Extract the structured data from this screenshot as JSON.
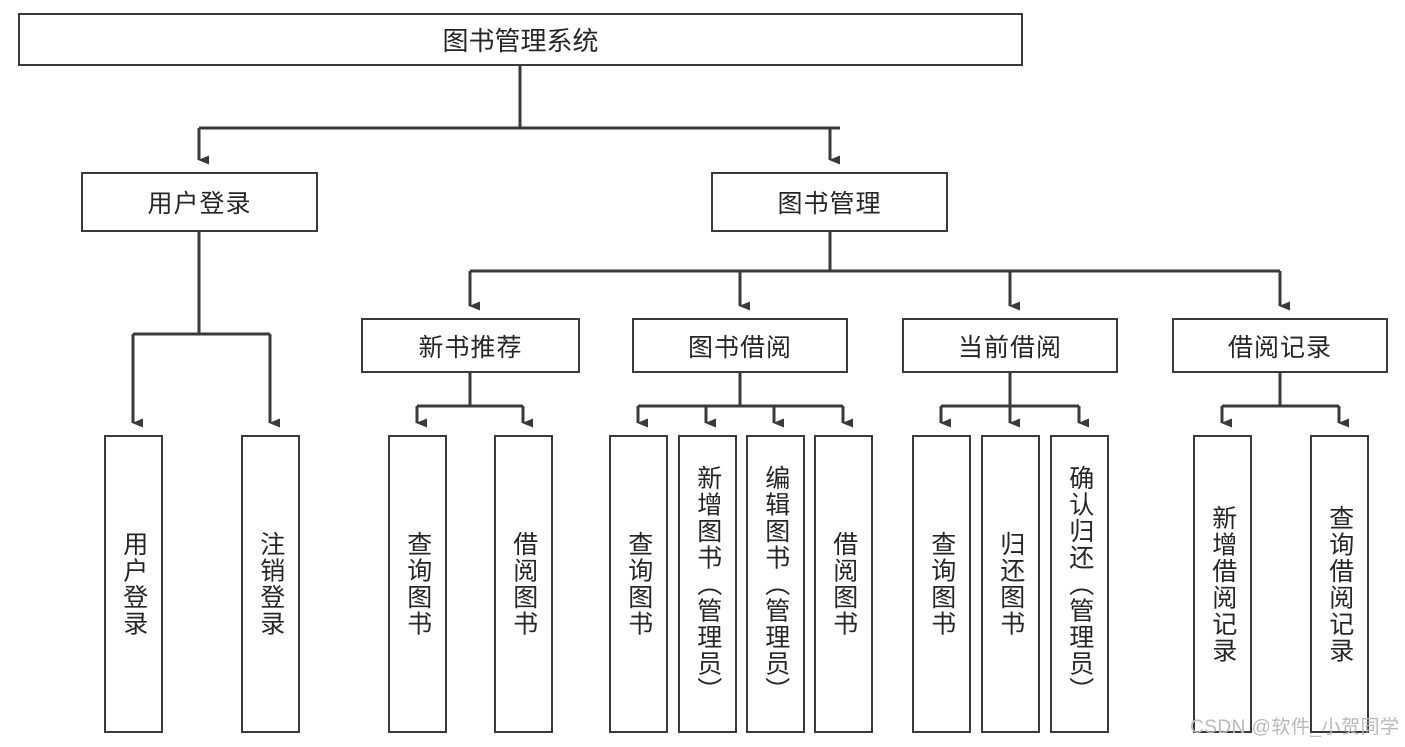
{
  "diagram": {
    "type": "tree-hierarchy",
    "title": "图书管理系统",
    "watermark": "CSDN @软件_小贺同学",
    "colors": {
      "stroke": "#3a3a3a",
      "fill": "#ffffff",
      "text": "#262626",
      "watermark": "#b9b9b9"
    },
    "root": {
      "label": "图书管理系统"
    },
    "level2": [
      {
        "label": "用户登录"
      },
      {
        "label": "图书管理"
      }
    ],
    "level3": [
      {
        "label": "新书推荐"
      },
      {
        "label": "图书借阅"
      },
      {
        "label": "当前借阅"
      },
      {
        "label": "借阅记录"
      }
    ],
    "leaves": {
      "user_login": [
        {
          "label": "用户登录"
        },
        {
          "label": "注销登录"
        }
      ],
      "new_book_recommend": [
        {
          "label": "查询图书"
        },
        {
          "label": "借阅图书"
        }
      ],
      "book_borrow": [
        {
          "label": "查询图书"
        },
        {
          "label": "新增图书（管理员）"
        },
        {
          "label": "编辑图书（管理员）"
        },
        {
          "label": "借阅图书"
        }
      ],
      "current_borrow": [
        {
          "label": "查询图书"
        },
        {
          "label": "归还图书"
        },
        {
          "label": "确认归还（管理员）"
        }
      ],
      "borrow_record": [
        {
          "label": "新增借阅记录"
        },
        {
          "label": "查询借阅记录"
        }
      ]
    }
  }
}
